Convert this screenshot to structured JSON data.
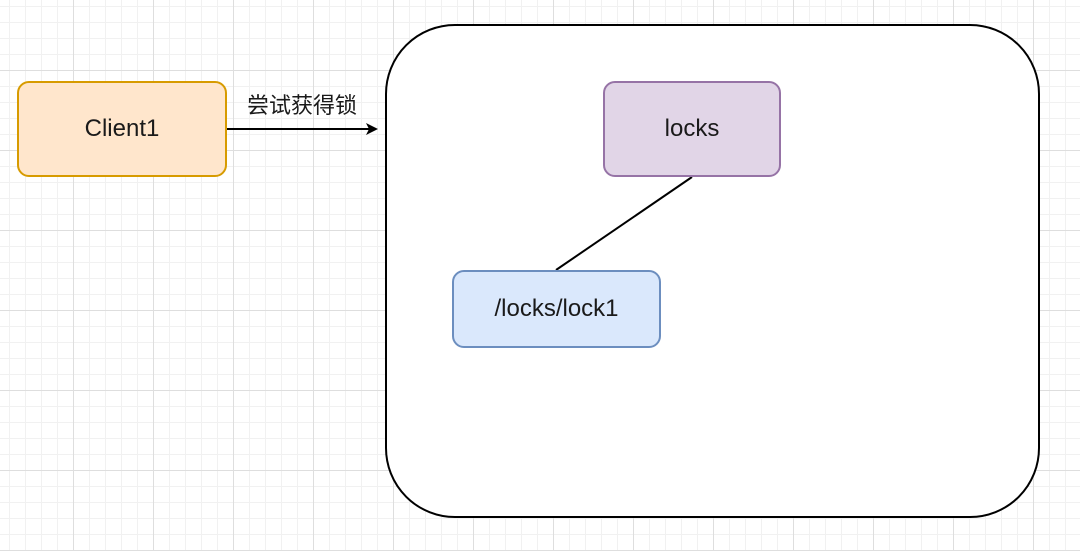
{
  "diagram": {
    "client": {
      "label": "Client1",
      "fill": "#ffe6cc",
      "stroke": "#d79b00"
    },
    "arrow": {
      "label": "尝试获得锁",
      "color": "#000000"
    },
    "server": {
      "stroke": "#000000"
    },
    "locks_node": {
      "label": "locks",
      "fill": "#e1d5e7",
      "stroke": "#9673a6"
    },
    "lock1_node": {
      "label": "/locks/lock1",
      "fill": "#dae8fc",
      "stroke": "#6c8ebf"
    }
  }
}
